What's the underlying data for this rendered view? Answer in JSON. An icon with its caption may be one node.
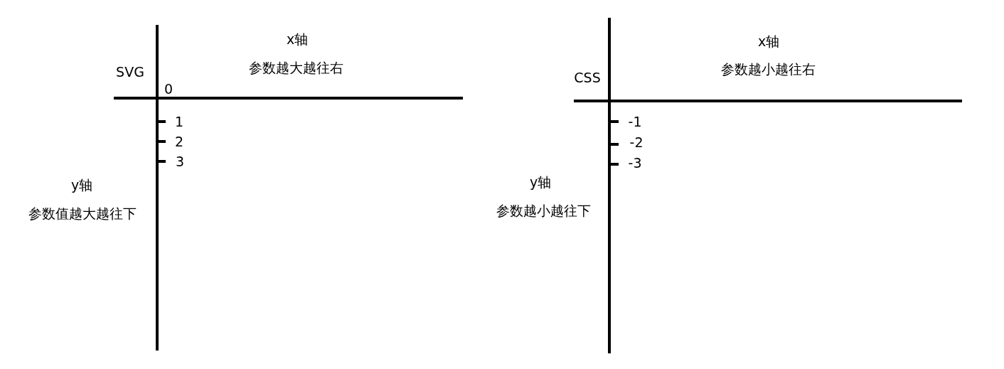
{
  "diagram": {
    "labels": [
      "x轴",
      "参数越大越往右",
      "SVG",
      "0",
      "1",
      "2",
      "3",
      "y轴",
      "参数值越大越往下",
      "x轴",
      "参数越小越往右",
      "CSS",
      "-1",
      "-2",
      "-3",
      "y轴",
      "参数越小越往下"
    ]
  }
}
